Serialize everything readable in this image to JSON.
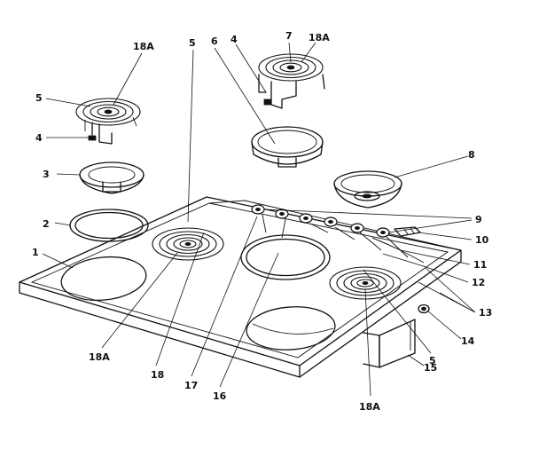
{
  "diagram": {
    "labels": {
      "l1": "1",
      "l2": "2",
      "l3": "3",
      "l4_left": "4",
      "l4_top": "4",
      "l5_left": "5",
      "l5_top": "5",
      "l5_bottom": "5",
      "l6": "6",
      "l7": "7",
      "l8": "8",
      "l9": "9",
      "l10": "10",
      "l11": "11",
      "l12": "12",
      "l13": "13",
      "l14": "14",
      "l15": "15",
      "l16": "16",
      "l17": "17",
      "l18": "18",
      "l18a_top_left": "18A",
      "l18a_top_right": "18A",
      "l18a_bottom_left": "18A",
      "l18a_bottom_right": "18A"
    }
  }
}
